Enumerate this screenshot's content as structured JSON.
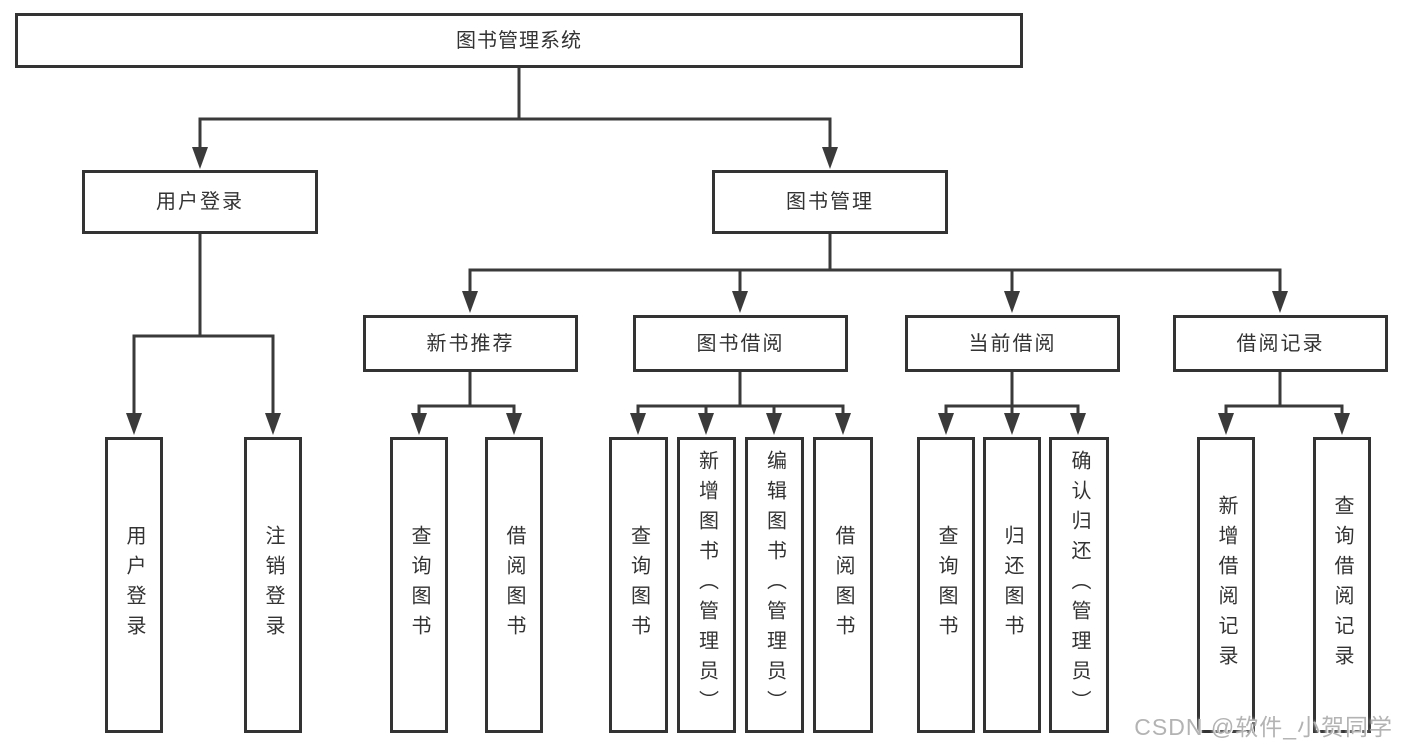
{
  "tree": {
    "label": "图书管理系统",
    "children": [
      {
        "label": "用户登录",
        "children": [
          {
            "label": "用户登录"
          },
          {
            "label": "注销登录"
          }
        ]
      },
      {
        "label": "图书管理",
        "children": [
          {
            "label": "新书推荐",
            "children": [
              {
                "label": "查询图书"
              },
              {
                "label": "借阅图书"
              }
            ]
          },
          {
            "label": "图书借阅",
            "children": [
              {
                "label": "查询图书"
              },
              {
                "label": "新增图书（管理员）"
              },
              {
                "label": "编辑图书（管理员）"
              },
              {
                "label": "借阅图书"
              }
            ]
          },
          {
            "label": "当前借阅",
            "children": [
              {
                "label": "查询图书"
              },
              {
                "label": "归还图书"
              },
              {
                "label": "确认归还（管理员）"
              }
            ]
          },
          {
            "label": "借阅记录",
            "children": [
              {
                "label": "新增借阅记录"
              },
              {
                "label": "查询借阅记录"
              }
            ]
          }
        ]
      }
    ]
  },
  "watermark": "CSDN @软件_小贺同学",
  "colors": {
    "line": "#3a3a3a",
    "box_border": "#333333",
    "text": "#333333",
    "watermark": "#b3b3b3",
    "background": "#ffffff"
  }
}
